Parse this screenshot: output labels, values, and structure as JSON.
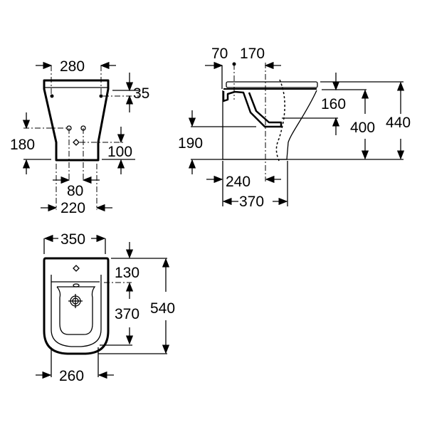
{
  "title": "Bidet technical drawing (dimensions in mm)",
  "front_view": {
    "width_top": "280",
    "rim": "35",
    "inlet_height": "180",
    "tap_height": "100",
    "inlet_spacing": "80",
    "base_width": "220"
  },
  "side_view": {
    "offset_70": "70",
    "offset_170": "170",
    "bowl_depth": "160",
    "rim_height": "400",
    "total_height": "440",
    "outlet_height": "190",
    "outlet_distance": "240",
    "depth": "370"
  },
  "top_view": {
    "width": "350",
    "tap_offset": "130",
    "bowl_length": "370",
    "length": "540",
    "base_width": "260"
  }
}
